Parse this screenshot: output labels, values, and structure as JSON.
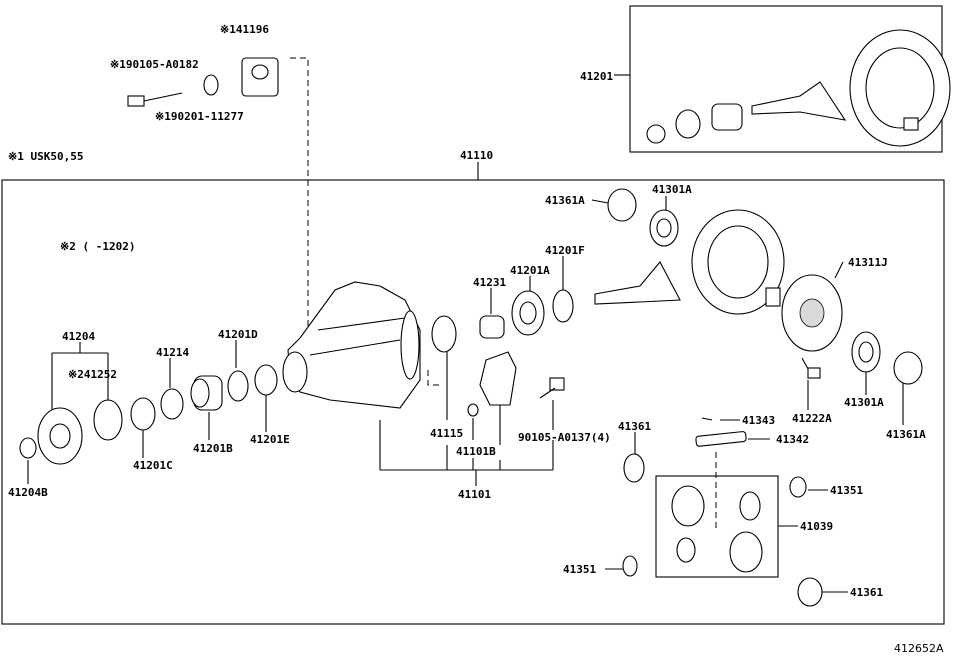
{
  "image_ref": "412652A",
  "notes": {
    "note1": "※1 USK50,55",
    "note2": "※2 (   -1202)"
  },
  "parts": {
    "p141196": "※141196",
    "p190105": "※190105-A0182",
    "p190201": "※190201-11277",
    "p41201": "41201",
    "p41110": "41110",
    "p41361A_top": "41361A",
    "p41301A_top": "41301A",
    "p41311J": "41311J",
    "p41201F": "41201F",
    "p41201A": "41201A",
    "p41231": "41231",
    "p41204": "41204",
    "p241252": "※241252",
    "p41214": "41214",
    "p41201D": "41201D",
    "p41201C": "41201C",
    "p41201B": "41201B",
    "p41201E": "41201E",
    "p41204B": "41204B",
    "p41115": "41115",
    "p41101B": "41101B",
    "p41101": "41101",
    "p90105": "90105-A0137(4)",
    "p41222A": "41222A",
    "p41301A_bot": "41301A",
    "p41361A_bot": "41361A",
    "p41343": "41343",
    "p41342": "41342",
    "p41361_left": "41361",
    "p41351_right": "41351",
    "p41039": "41039",
    "p41351_left": "41351",
    "p41361_right": "41361"
  }
}
